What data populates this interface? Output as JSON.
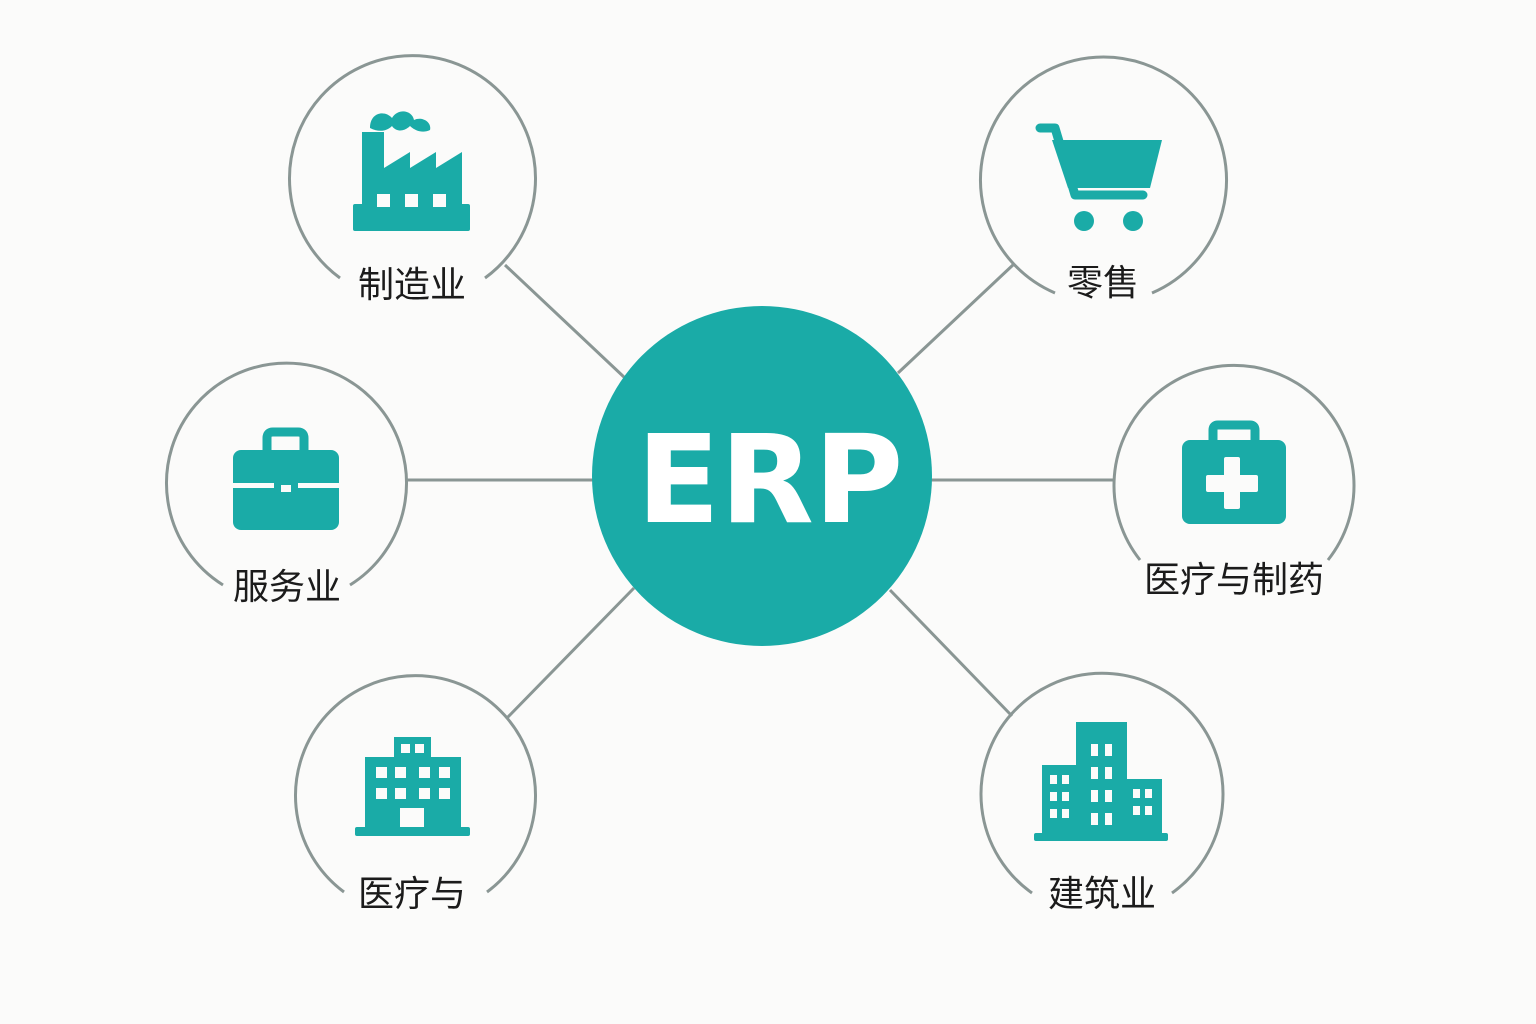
{
  "center": {
    "label": "ERP",
    "color": "#1aaba7"
  },
  "colors": {
    "accent": "#1aaba7",
    "connector": "#8a9694",
    "label_text": "#1b1b1b",
    "background": "#fbfbfa"
  },
  "nodes": [
    {
      "id": "manufacturing",
      "label": "制造业",
      "icon": "factory-icon"
    },
    {
      "id": "retail",
      "label": "零售",
      "icon": "shopping-cart-icon"
    },
    {
      "id": "services",
      "label": "服务业",
      "icon": "briefcase-icon"
    },
    {
      "id": "healthcare-pharma",
      "label": "医疗与制药",
      "icon": "medical-kit-icon"
    },
    {
      "id": "healthcare",
      "label": "医疗与",
      "icon": "hospital-building-icon"
    },
    {
      "id": "construction",
      "label": "建筑业",
      "icon": "city-buildings-icon"
    }
  ]
}
